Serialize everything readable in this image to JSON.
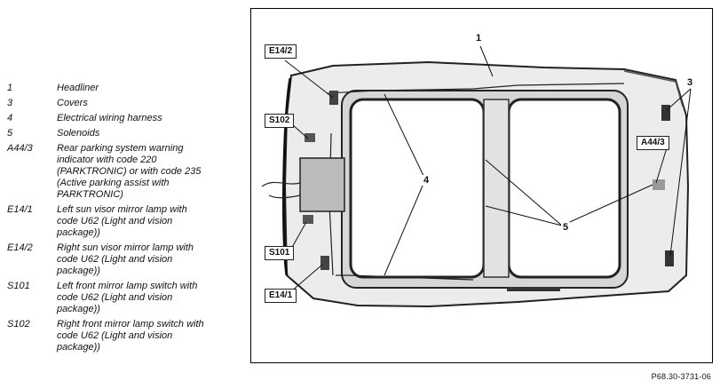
{
  "legend": [
    {
      "code": "1",
      "desc": "Headliner"
    },
    {
      "code": "3",
      "desc": "Covers"
    },
    {
      "code": "4",
      "desc": "Electrical wiring harness"
    },
    {
      "code": "5",
      "desc": "Solenoids"
    },
    {
      "code": "A44/3",
      "desc": "Rear parking system warning\nindicator with code 220\n(PARKTRONIC) or with code 235\n(Active parking assist with\nPARKTRONIC)"
    },
    {
      "code": "E14/1",
      "desc": "Left sun visor mirror lamp with\ncode U62 (Light and vision\npackage))"
    },
    {
      "code": "E14/2",
      "desc": "Right sun visor mirror lamp with\ncode U62 (Light and vision\npackage))"
    },
    {
      "code": "S101",
      "desc": "Left front mirror lamp switch with\ncode U62 (Light and vision\npackage))"
    },
    {
      "code": "S102",
      "desc": "Right front mirror lamp switch with\ncode U62 (Light and vision\npackage))"
    }
  ],
  "callouts": {
    "e14_2": "E14/2",
    "s102": "S102",
    "s101": "S101",
    "e14_1": "E14/1",
    "a44_3": "A44/3",
    "n1": "1",
    "n3": "3",
    "n4": "4",
    "n5": "5"
  },
  "figure_code": "P68.30-3731-06",
  "colors": {
    "panel": "#ececec",
    "outline": "#222222",
    "glass": "#ffffff"
  }
}
